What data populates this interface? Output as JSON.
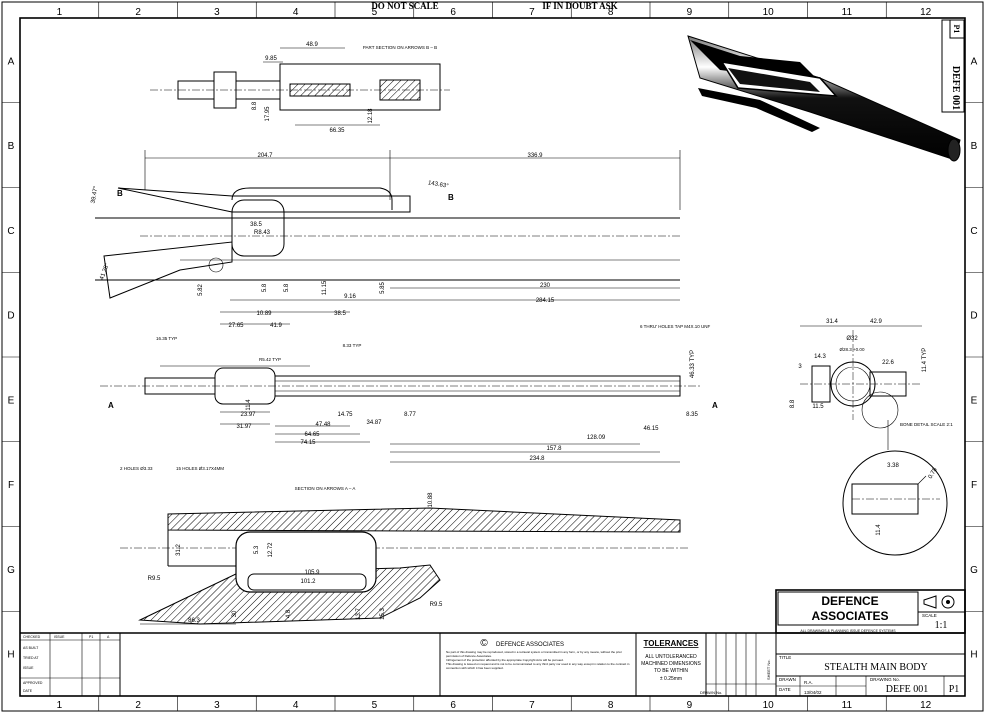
{
  "header": {
    "do_not_scale": "DO NOT SCALE",
    "if_in_doubt": "IF IN DOUBT ASK"
  },
  "grid": {
    "columns": [
      "1",
      "2",
      "3",
      "4",
      "5",
      "6",
      "7",
      "8",
      "9",
      "10",
      "11",
      "12"
    ],
    "rows": [
      "A",
      "B",
      "C",
      "D",
      "E",
      "F",
      "G",
      "H"
    ]
  },
  "views": {
    "section_b": {
      "title": "PART SECTION ON ARROWS B – B",
      "dims": [
        "48.9",
        "9.85",
        "8.8",
        "17.95",
        "66.35",
        "12.18"
      ]
    },
    "side": {
      "dims": [
        "204.7",
        "336.9",
        "143.63°",
        "39.47°",
        "38.5",
        "R8.43",
        "41.28°",
        "5.82",
        "5.8",
        "5.8",
        "11.15",
        "5.85",
        "9.16",
        "38.5",
        "10.89",
        "27.65",
        "41.9",
        "230",
        "284.15"
      ],
      "labels": [
        "B",
        "B"
      ]
    },
    "top": {
      "dims": [
        "R5.42 TYP",
        "16.35 TYP",
        "8.33 TYP",
        "6 THRU' HOLES TAP M4X.10 UNF",
        "46.33 TYP",
        "11.4",
        "23.97",
        "31.97",
        "47.48",
        "64.65",
        "74.15",
        "14.75",
        "34.87",
        "8.77",
        "8.35",
        "128.09",
        "157.8",
        "234.8",
        "46.15"
      ],
      "labels": [
        "A",
        "A"
      ]
    },
    "section_a": {
      "title": "SECTION ON ARROWS A – A",
      "dims": [
        "2 HOLES Ø3.33",
        "15 HOLES Ø3.17X4MM",
        "10.88",
        "31.2",
        "5.3",
        "12.72",
        "105.9",
        "101.2",
        "R9.5",
        "R9.5",
        "86.3",
        "30",
        "4.8",
        "13.7",
        "15.3"
      ]
    },
    "end_view": {
      "dims": [
        "31.4",
        "42.9",
        "Ø32",
        "Ø28.3 +0.00",
        "3",
        "14.3",
        "22.6",
        "11.4 TYP",
        "8.8",
        "11.5"
      ]
    },
    "detail": {
      "title": "BONE DETAIL SCALE 2:1",
      "dims": [
        "3.38",
        "0.78",
        "11.4"
      ]
    }
  },
  "iso_label": "DEFE 001",
  "rev_tag": "P1",
  "title_block": {
    "company_line1": "DEFENCE",
    "company_line2": "ASSOCIATES",
    "company_sub": "ALL DRAWINGS & PLANNING ISSUE DEFENCE SYSTEMS",
    "scale_label": "SCALE",
    "scale": "1:1",
    "title_label": "TITLE",
    "title": "STEALTH MAIN BODY",
    "drawn_label": "DRAWN",
    "drawn": "R.A.",
    "date_label": "DATE",
    "date": "13/04/02",
    "drawing_no_label": "DRAWING No.",
    "drawing_no": "DEFE 001",
    "issue": "P1"
  },
  "copyright": {
    "symbol": "©",
    "name": "DEFENCE ASSOCIATES",
    "text1": "No part of this drawing may be reproduced, stored in a retrieval system or transmitted in any form, or by any means, without the prior permission of Defence Associates.",
    "text2": "Infringement of the protection afforded by the appropriate Copyright Acts will be pursued.",
    "text3": "This drawing is issued on request and is not to be communicated to any third party nor used in any way except in relation to the contract in connection with which it has been supplied."
  },
  "tolerances": {
    "title": "TOLERANCES",
    "line1": "ALL UNTOLERANCED",
    "line2": "MACHINED DIMENSIONS",
    "line3": "TO BE WITHIN",
    "line4": "± 0.25mm"
  },
  "revision_block": {
    "labels": [
      "CHECKED",
      "AS BUILT",
      "TRIED AT",
      "ISSUE",
      "APPROVED",
      "DATE"
    ],
    "col_headers": [
      "ISSUE",
      "P1",
      "A"
    ],
    "vertical_labels": [
      "SHEET No.",
      "DRAWN No."
    ]
  }
}
